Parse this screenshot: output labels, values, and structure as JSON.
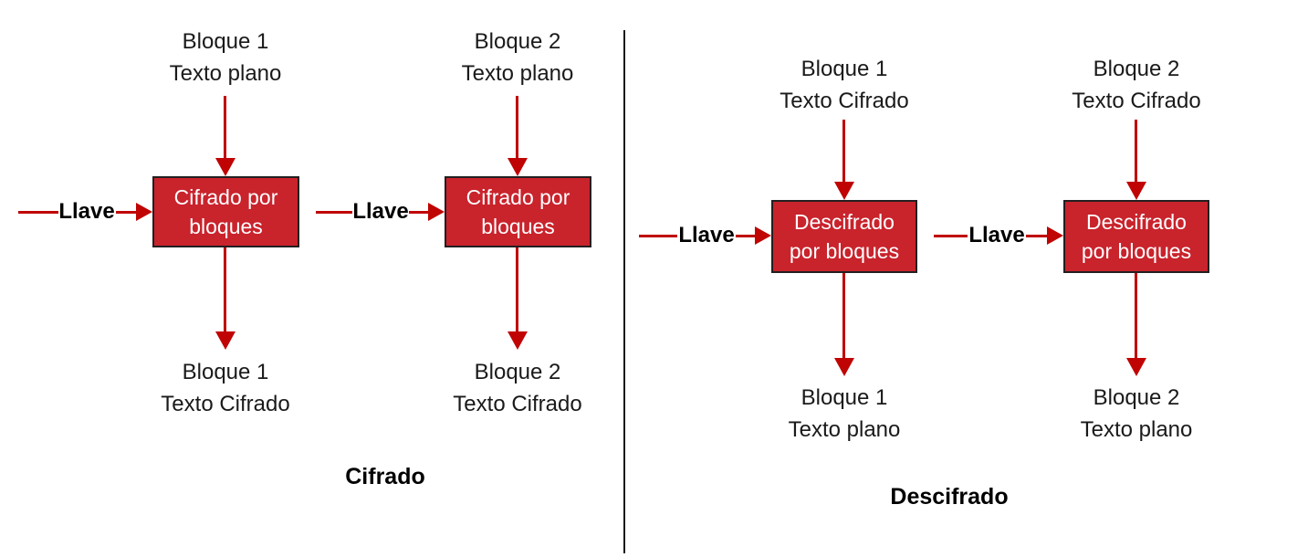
{
  "colors": {
    "box_fill": "#C9232C",
    "box_border": "#231F20",
    "arrow_red": "#C00404",
    "text_black": "#1A1A1A",
    "divider_black": "#1A1A1A"
  },
  "encryption": {
    "caption": "Cifrado",
    "box_label": [
      "Cifrado por",
      "bloques"
    ],
    "key_labels": [
      "Llave",
      "Llave"
    ],
    "columns": [
      {
        "input": [
          "Bloque 1",
          "Texto plano"
        ],
        "output": [
          "Bloque 1",
          "Texto Cifrado"
        ]
      },
      {
        "input": [
          "Bloque 2",
          "Texto plano"
        ],
        "output": [
          "Bloque 2",
          "Texto Cifrado"
        ]
      }
    ]
  },
  "decryption": {
    "caption": "Descifrado",
    "box_label": [
      "Descifrado",
      "por bloques"
    ],
    "key_labels": [
      "Llave",
      "Llave"
    ],
    "columns": [
      {
        "input": [
          "Bloque 1",
          "Texto Cifrado"
        ],
        "output": [
          "Bloque 1",
          "Texto plano"
        ]
      },
      {
        "input": [
          "Bloque 2",
          "Texto Cifrado"
        ],
        "output": [
          "Bloque 2",
          "Texto plano"
        ]
      }
    ]
  }
}
